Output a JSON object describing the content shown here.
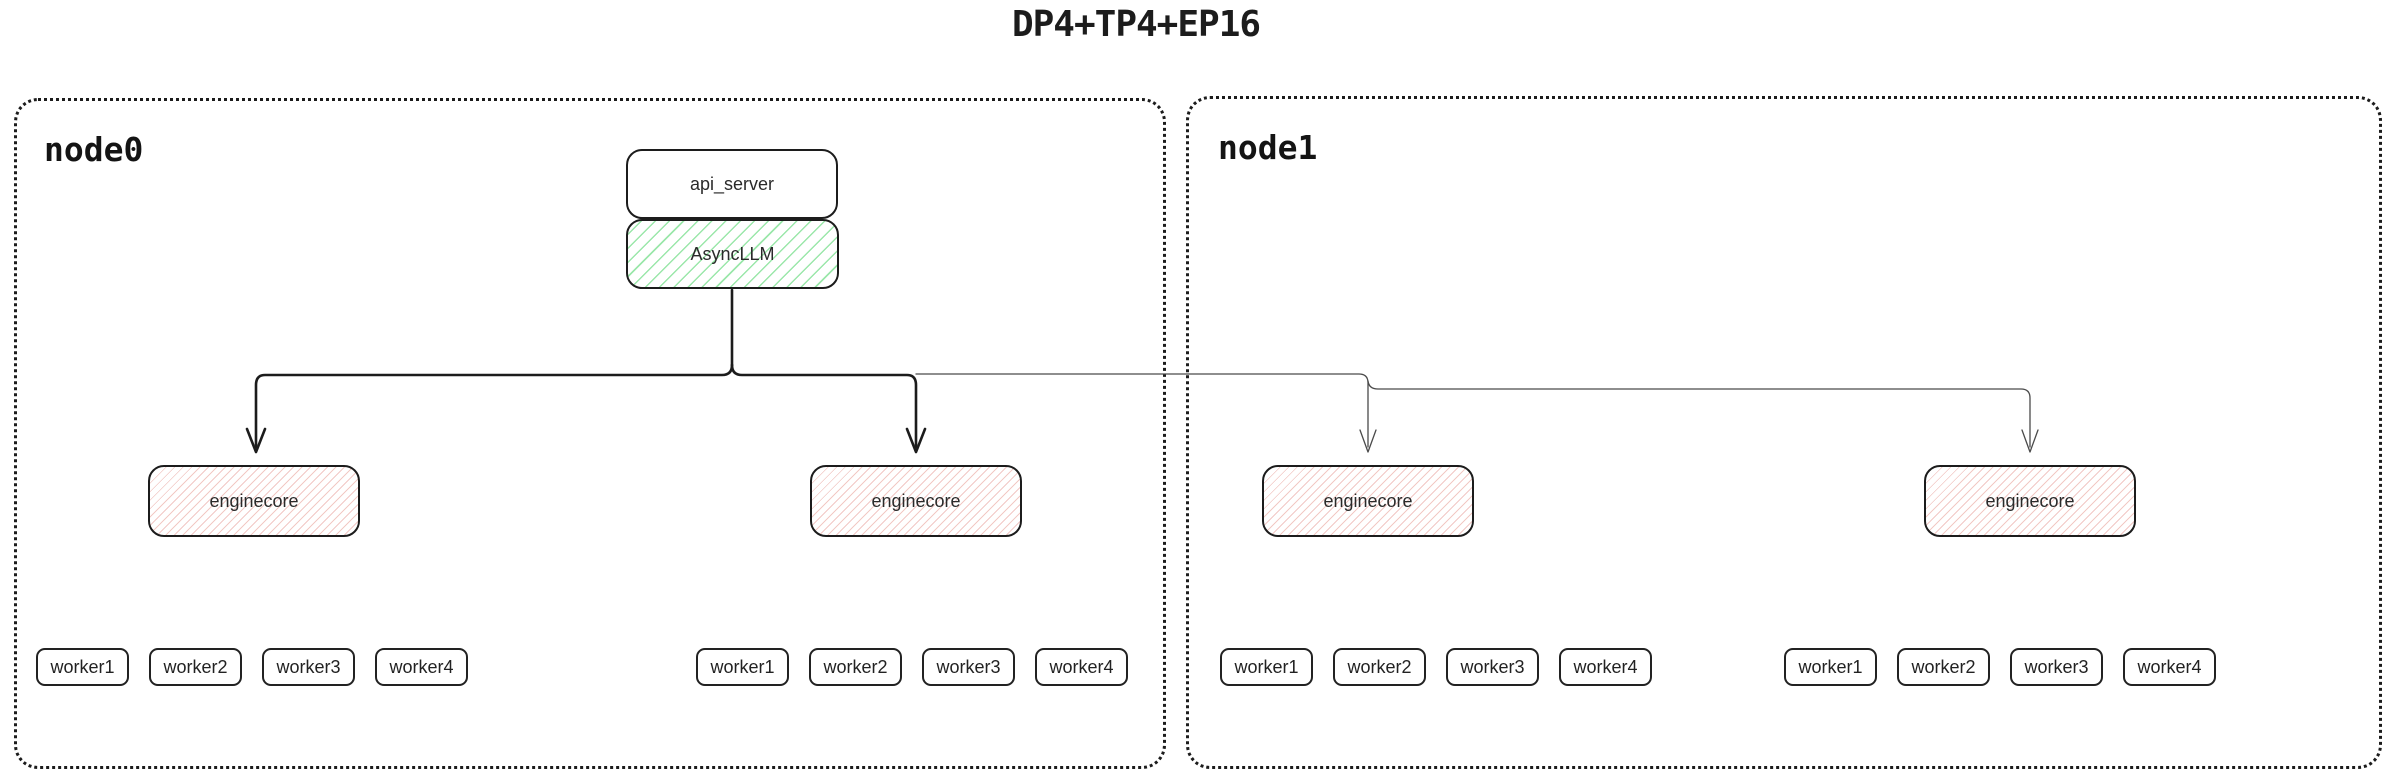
{
  "title": "DP4+TP4+EP16",
  "node0": {
    "label": "node0",
    "api_server": "api_server",
    "async_llm": "AsyncLLM",
    "enginecores": [
      "enginecore",
      "enginecore"
    ],
    "workers": [
      [
        "worker1",
        "worker2",
        "worker3",
        "worker4"
      ],
      [
        "worker1",
        "worker2",
        "worker3",
        "worker4"
      ]
    ]
  },
  "node1": {
    "label": "node1",
    "enginecores": [
      "enginecore",
      "enginecore"
    ],
    "workers": [
      [
        "worker1",
        "worker2",
        "worker3",
        "worker4"
      ],
      [
        "worker1",
        "worker2",
        "worker3",
        "worker4"
      ]
    ]
  },
  "colors": {
    "async_llm_hatch": "#9be7aa",
    "enginecore_hatch": "#f2c9c5",
    "line_bold": "#1c1c1c",
    "line_thin": "#4a4a4a",
    "border": "#1c1c1c"
  }
}
